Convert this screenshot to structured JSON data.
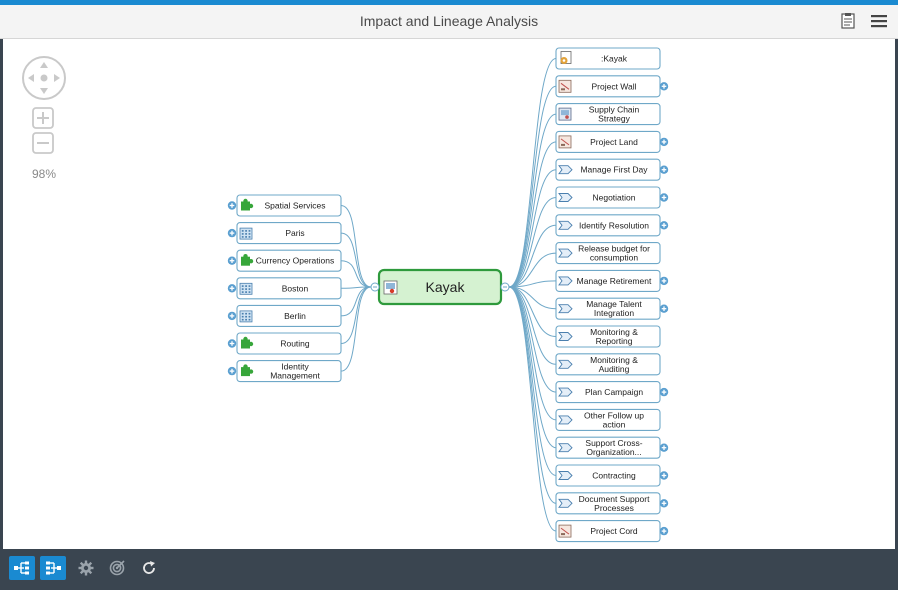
{
  "header": {
    "title": "Impact and Lineage Analysis",
    "icons": [
      "report-icon",
      "menu-icon"
    ]
  },
  "zoom": {
    "level": "98%"
  },
  "center": {
    "label": "Kayak",
    "icon": "product-icon"
  },
  "left_nodes": [
    {
      "lines": [
        "Spatial Services"
      ],
      "icon": "puzzle"
    },
    {
      "lines": [
        "Paris"
      ],
      "icon": "building"
    },
    {
      "lines": [
        "Currency Operations"
      ],
      "icon": "puzzle"
    },
    {
      "lines": [
        "Boston"
      ],
      "icon": "building"
    },
    {
      "lines": [
        "Berlin"
      ],
      "icon": "building"
    },
    {
      "lines": [
        "Routing"
      ],
      "icon": "puzzle"
    },
    {
      "lines": [
        "Identity",
        "Management"
      ],
      "icon": "puzzle"
    }
  ],
  "right_nodes": [
    {
      "lines": [
        ":Kayak"
      ],
      "icon": "gear-doc",
      "expand": false
    },
    {
      "lines": [
        "Project Wall"
      ],
      "icon": "project",
      "expand": true
    },
    {
      "lines": [
        "Supply Chain",
        "Strategy"
      ],
      "icon": "strategy",
      "expand": false
    },
    {
      "lines": [
        "Project Land"
      ],
      "icon": "project",
      "expand": true
    },
    {
      "lines": [
        "Manage First Day"
      ],
      "icon": "process",
      "expand": true
    },
    {
      "lines": [
        "Negotiation"
      ],
      "icon": "process",
      "expand": true
    },
    {
      "lines": [
        "Identify Resolution"
      ],
      "icon": "process",
      "expand": true
    },
    {
      "lines": [
        "Release budget for",
        "consumption"
      ],
      "icon": "process",
      "expand": false
    },
    {
      "lines": [
        "Manage Retirement"
      ],
      "icon": "process",
      "expand": true
    },
    {
      "lines": [
        "Manage Talent",
        "Integration"
      ],
      "icon": "process",
      "expand": true
    },
    {
      "lines": [
        "Monitoring &",
        "Reporting"
      ],
      "icon": "process",
      "expand": false
    },
    {
      "lines": [
        "Monitoring &",
        "Auditing"
      ],
      "icon": "process",
      "expand": false
    },
    {
      "lines": [
        "Plan Campaign"
      ],
      "icon": "process",
      "expand": true
    },
    {
      "lines": [
        "Other Follow up",
        "action"
      ],
      "icon": "process",
      "expand": false
    },
    {
      "lines": [
        "Support Cross-",
        "Organization..."
      ],
      "icon": "process",
      "expand": true
    },
    {
      "lines": [
        "Contracting"
      ],
      "icon": "process",
      "expand": true
    },
    {
      "lines": [
        "Document Support",
        "Processes"
      ],
      "icon": "process",
      "expand": true
    },
    {
      "lines": [
        "Project Cord"
      ],
      "icon": "project",
      "expand": true
    }
  ],
  "footer": {
    "buttons": [
      {
        "name": "lineage-view-button",
        "icon": "tree-right-icon",
        "active": true
      },
      {
        "name": "impact-view-button",
        "icon": "tree-left-icon",
        "active": true
      },
      {
        "name": "settings-button",
        "icon": "gear-icon",
        "active": false
      },
      {
        "name": "focus-button",
        "icon": "target-icon",
        "active": false
      },
      {
        "name": "refresh-button",
        "icon": "refresh-icon",
        "active": false
      }
    ]
  },
  "colors": {
    "accent": "#1a8ad1",
    "node_border": "#6fa8c8",
    "center_fill": "#d5f2d1",
    "center_border": "#2e9a3c",
    "footer": "#3a4550"
  }
}
